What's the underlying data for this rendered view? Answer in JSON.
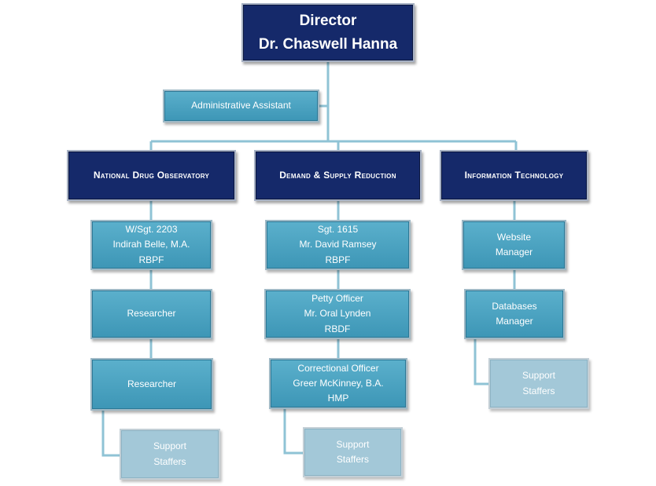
{
  "director": {
    "title": "Director",
    "name": "Dr. Chaswell Hanna"
  },
  "admin_assistant": {
    "label": "Administrative Assistant"
  },
  "departments": [
    {
      "title": "National Drug Observatory",
      "staff": [
        {
          "lines": [
            "W/Sgt. 2203",
            "Indirah Belle, M.A.",
            "RBPF"
          ]
        },
        {
          "lines": [
            "Researcher"
          ]
        },
        {
          "lines": [
            "Researcher"
          ]
        }
      ],
      "support": {
        "lines": [
          "Support",
          "Staffers"
        ]
      }
    },
    {
      "title": "Demand & Supply Reduction",
      "staff": [
        {
          "lines": [
            "Sgt. 1615",
            "Mr. David Ramsey",
            "RBPF"
          ]
        },
        {
          "lines": [
            "Petty Officer",
            "Mr. Oral Lynden",
            "RBDF"
          ]
        },
        {
          "lines": [
            "Correctional Officer",
            "Greer McKinney, B.A.",
            "HMP"
          ]
        }
      ],
      "support": {
        "lines": [
          "Support",
          "Staffers"
        ]
      }
    },
    {
      "title": "Information Technology",
      "staff": [
        {
          "lines": [
            "Website",
            "Manager"
          ]
        },
        {
          "lines": [
            "Databases",
            "Manager"
          ]
        }
      ],
      "support": {
        "lines": [
          "Support",
          "Staffers"
        ]
      }
    }
  ],
  "colors": {
    "dark_box": "#15296a",
    "mid_box": "#4aa3c2",
    "light_box": "#a3c8d8",
    "connector": "#8fc3d5"
  }
}
